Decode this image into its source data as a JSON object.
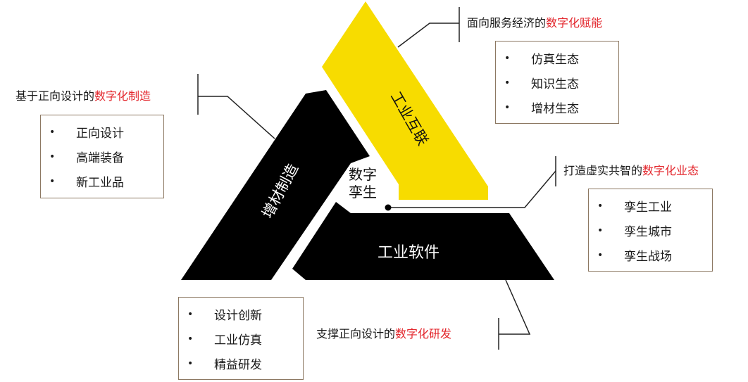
{
  "colors": {
    "accent_yellow": "#f7dc00",
    "dark": "#000000",
    "highlight_red": "#e3262c",
    "box_border": "#8c7862"
  },
  "center": {
    "line1": "数字",
    "line2": "孪生"
  },
  "pillars": {
    "internet": "工业互联",
    "additive": "增材制造",
    "software": "工业软件"
  },
  "groups": {
    "top": {
      "prefix": "面向服务经济的",
      "highlight": "数字化赋能",
      "items": [
        "仿真生态",
        "知识生态",
        "增材生态"
      ]
    },
    "left": {
      "prefix": "基于正向设计的",
      "highlight": "数字化制造",
      "items": [
        "正向设计",
        "高端装备",
        "新工业品"
      ]
    },
    "right": {
      "prefix": "打造虚实共智的",
      "highlight": "数字化业态",
      "items": [
        "孪生工业",
        "孪生城市",
        "孪生战场"
      ]
    },
    "bottom": {
      "prefix": "支撑正向设计的",
      "highlight": "数字化研发",
      "items": [
        "设计创新",
        "工业仿真",
        "精益研发"
      ]
    }
  }
}
